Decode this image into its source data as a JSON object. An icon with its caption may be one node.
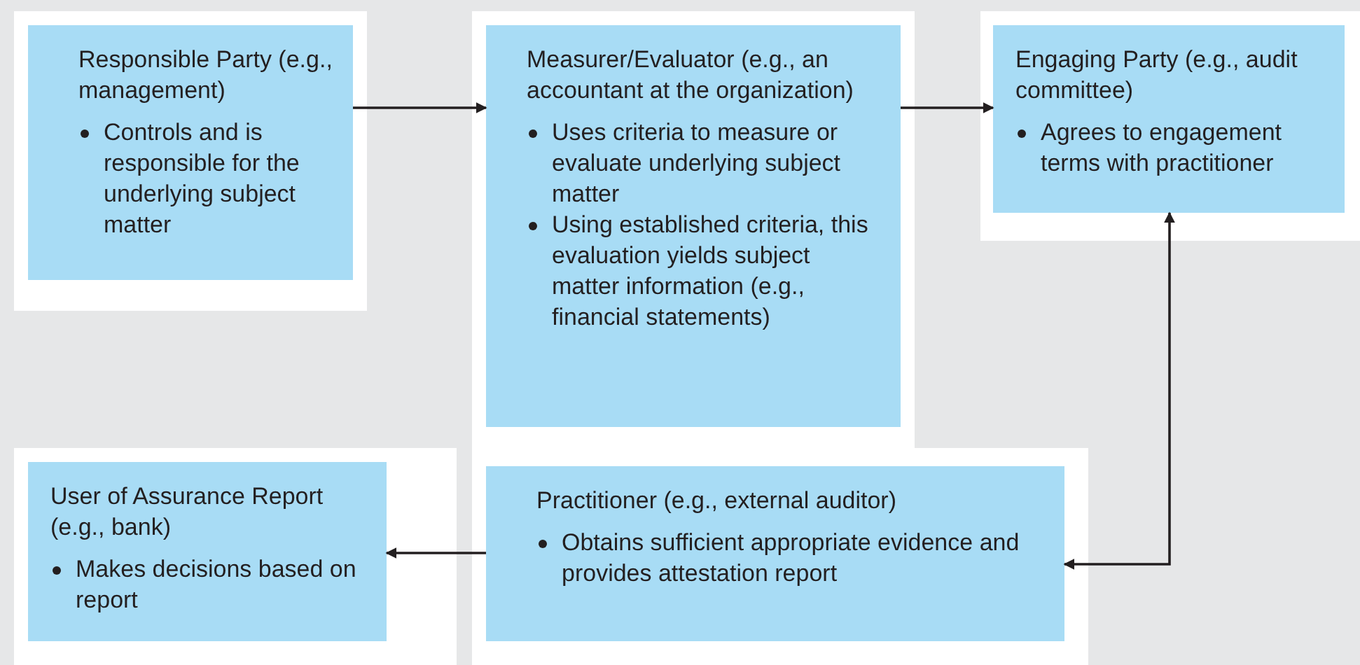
{
  "diagram": {
    "nodes": [
      {
        "text": [
          "Responsible Party (e.g., management)",
          "Controls and is responsible for the underlying subject matter"
        ]
      },
      {
        "text": [
          "Measurer/Evaluator (e.g., an accountant at the organization)",
          "Uses criteria to measure or evaluate underlying subject matter",
          "Using established criteria, this evaluation yields subject matter information (e.g., financial statements)"
        ]
      },
      {
        "text": [
          "Engaging Party (e.g., audit committee)",
          "Agrees to engagement terms with practitioner"
        ]
      },
      {
        "text": [
          "User of Assurance Report (e.g., bank)",
          "Makes decisions based on report"
        ]
      },
      {
        "text": [
          "Practitioner (e.g., external auditor)",
          "Obtains sufficient appropriate evidence and provides attestation report"
        ]
      }
    ],
    "edges": [
      {
        "from": 0,
        "to": 1,
        "arrow": "to"
      },
      {
        "from": 1,
        "to": 2,
        "arrow": "to"
      },
      {
        "from": 4,
        "to": 2,
        "arrow": "both"
      },
      {
        "from": 4,
        "to": 3,
        "arrow": "to"
      }
    ]
  }
}
